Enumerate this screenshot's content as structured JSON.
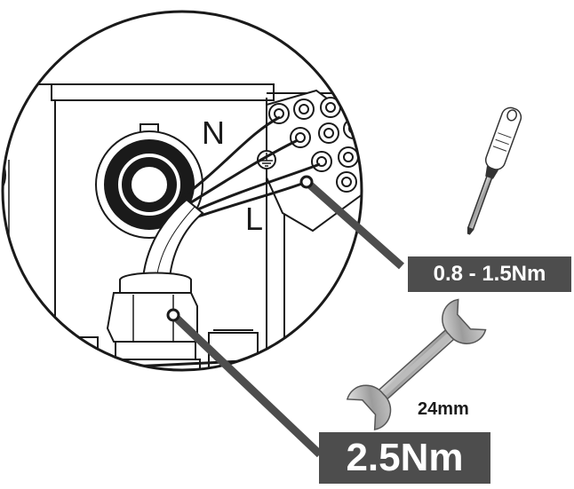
{
  "labels": {
    "neutral": "N",
    "live": "L",
    "terminal_torque": "0.8 - 1.5Nm",
    "gland_torque": "2.5Nm",
    "wrench_size": "24mm"
  },
  "icons": {
    "tool_1": "screwdriver-icon",
    "tool_2": "open-end-wrench-icon"
  },
  "colors": {
    "label_background": "#4d4d4d",
    "label_text": "#ffffff",
    "line_art": "#1a1a1a",
    "tool_metal": "#9a9a9a"
  }
}
